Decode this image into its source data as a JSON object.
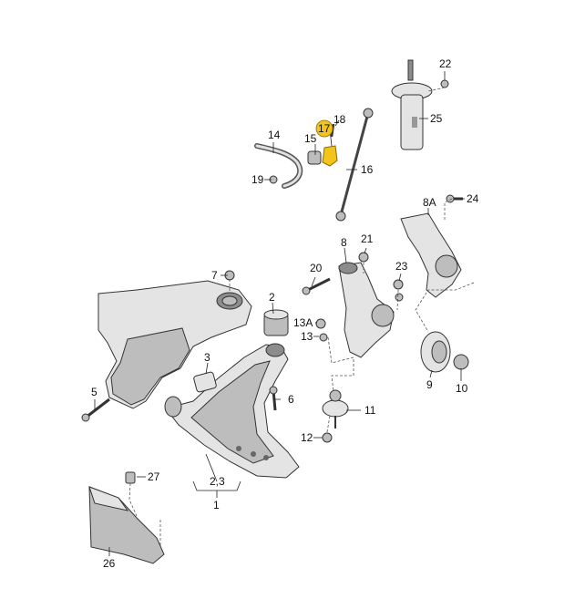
{
  "highlight_color": "#f3c419",
  "labels": {
    "p1": "1",
    "p23": "2,3",
    "p2": "2",
    "p3": "3",
    "p5": "5",
    "p6": "6",
    "p7": "7",
    "p8": "8",
    "p8a": "8A",
    "p9": "9",
    "p10": "10",
    "p11": "11",
    "p12": "12",
    "p13": "13",
    "p13a": "13A",
    "p14": "14",
    "p15": "15",
    "p16": "16",
    "p17": "17",
    "p18": "18",
    "p19": "19",
    "p20": "20",
    "p21": "21",
    "p22": "22",
    "p23b": "23",
    "p24": "24",
    "p25": "25",
    "p26": "26",
    "p27": "27"
  }
}
